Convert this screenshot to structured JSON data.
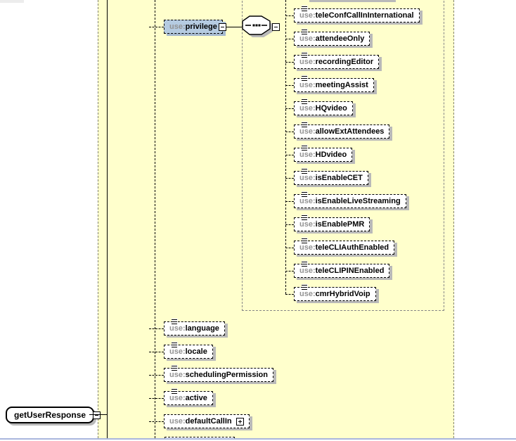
{
  "root_element": {
    "label": "getUserResponse"
  },
  "model_group": {
    "type": "sequence"
  },
  "root_children": [
    {
      "prefix": "use:",
      "name": "privilege"
    },
    {
      "prefix": "use:",
      "name": "language"
    },
    {
      "prefix": "use:",
      "name": "locale"
    },
    {
      "prefix": "use:",
      "name": "schedulingPermission"
    },
    {
      "prefix": "use:",
      "name": "active"
    },
    {
      "prefix": "use:",
      "name": "defaultCallIn"
    }
  ],
  "privilege_children": [
    {
      "prefix": "use:",
      "name": "teleConfCallInInternational"
    },
    {
      "prefix": "use:",
      "name": "attendeeOnly"
    },
    {
      "prefix": "use:",
      "name": "recordingEditor"
    },
    {
      "prefix": "use:",
      "name": "meetingAssist"
    },
    {
      "prefix": "use:",
      "name": "HQvideo"
    },
    {
      "prefix": "use:",
      "name": "allowExtAttendees"
    },
    {
      "prefix": "use:",
      "name": "HDvideo"
    },
    {
      "prefix": "use:",
      "name": "isEnableCET"
    },
    {
      "prefix": "use:",
      "name": "isEnableLiveStreaming"
    },
    {
      "prefix": "use:",
      "name": "isEnablePMR"
    },
    {
      "prefix": "use:",
      "name": "teleCLIAuthEnabled"
    },
    {
      "prefix": "use:",
      "name": "teleCLIPINEnabled"
    },
    {
      "prefix": "use:",
      "name": "cmrHybridVoip"
    }
  ],
  "colors": {
    "panel_background": "#ffffcc",
    "selected_element_fill": "#b5cbe1",
    "selected_element_shadow": "#a5b9cf",
    "box_shadow": "#b9b9b9",
    "panel_outline": "#83836a",
    "group_outline": "#868686",
    "prefix_text": "#929292",
    "bottom_strip": "#a9b6dd"
  }
}
